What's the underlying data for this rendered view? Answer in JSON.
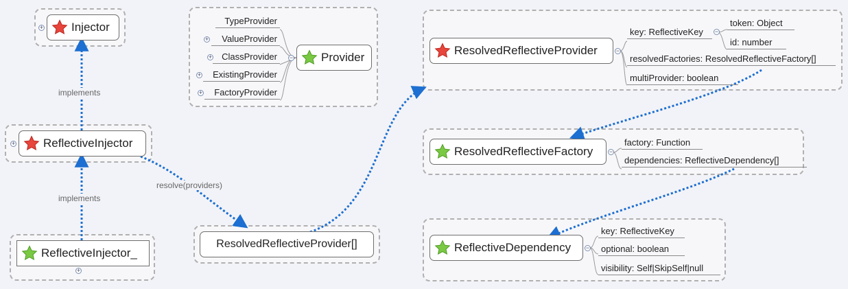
{
  "nodes": {
    "injector": "Injector",
    "reflective_injector": "ReflectiveInjector",
    "reflective_injector_impl": "ReflectiveInjector_",
    "resolved_provider_array": "ResolvedReflectiveProvider[]",
    "provider": "Provider",
    "resolved_reflective_provider": "ResolvedReflectiveProvider",
    "resolved_reflective_factory": "ResolvedReflectiveFactory",
    "reflective_dependency": "ReflectiveDependency"
  },
  "provider_types": [
    "TypeProvider",
    "ValueProvider",
    "ClassProvider",
    "ExistingProvider",
    "FactoryProvider"
  ],
  "resolved_provider_fields": {
    "key": "key: ReflectiveKey",
    "key_token": "token: Object",
    "key_id": "id: number",
    "resolved_factories": "resolvedFactories: ResolvedReflectiveFactory[]",
    "multi_provider": "multiProvider: boolean"
  },
  "resolved_factory_fields": {
    "factory": "factory: Function",
    "dependencies": "dependencies: ReflectiveDependency[]"
  },
  "dependency_fields": {
    "key": "key: ReflectiveKey",
    "optional": "optional: boolean",
    "visibility": "visibility: Self|SkipSelf|null"
  },
  "edge_labels": {
    "implements_top": "implements",
    "implements_bottom": "implements",
    "resolve": "resolve(providers)"
  },
  "colors": {
    "red_star": "#e8453c",
    "green_star": "#7ac943",
    "connector": "#1d6fd1"
  }
}
